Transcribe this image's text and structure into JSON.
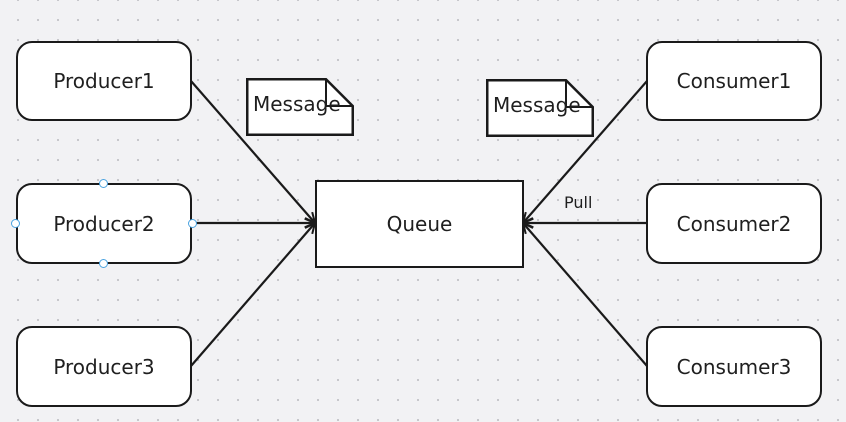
{
  "nodes": {
    "producer1": "Producer1",
    "producer2": "Producer2",
    "producer3": "Producer3",
    "queue": "Queue",
    "consumer1": "Consumer1",
    "consumer2": "Consumer2",
    "consumer3": "Consumer3"
  },
  "notes": {
    "left": "Message",
    "right": "Message"
  },
  "edge_labels": {
    "consumer2_pull": "Pull"
  },
  "colors": {
    "background": "#f2f2f4",
    "stroke": "#1a1a1a",
    "selection_handle": "#4aa3e0"
  }
}
